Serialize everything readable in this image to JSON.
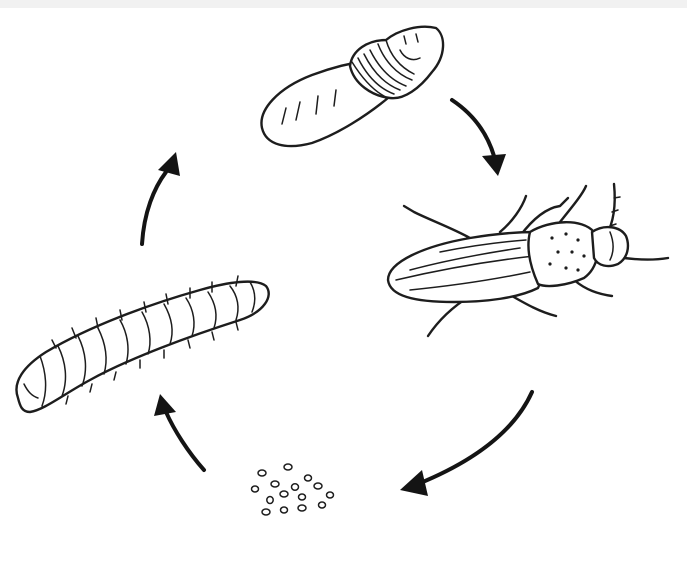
{
  "diagram": {
    "type": "life-cycle",
    "stages": [
      {
        "id": "pupa",
        "icon": "pupa-icon"
      },
      {
        "id": "adult-beetle",
        "icon": "beetle-icon"
      },
      {
        "id": "eggs",
        "icon": "eggs-icon"
      },
      {
        "id": "larva",
        "icon": "larva-icon"
      }
    ],
    "cycle_order": [
      "pupa",
      "adult-beetle",
      "eggs",
      "larva",
      "pupa"
    ],
    "arrow_color": "#141414",
    "line_color": "#1d1d1d",
    "background": "#ffffff"
  }
}
